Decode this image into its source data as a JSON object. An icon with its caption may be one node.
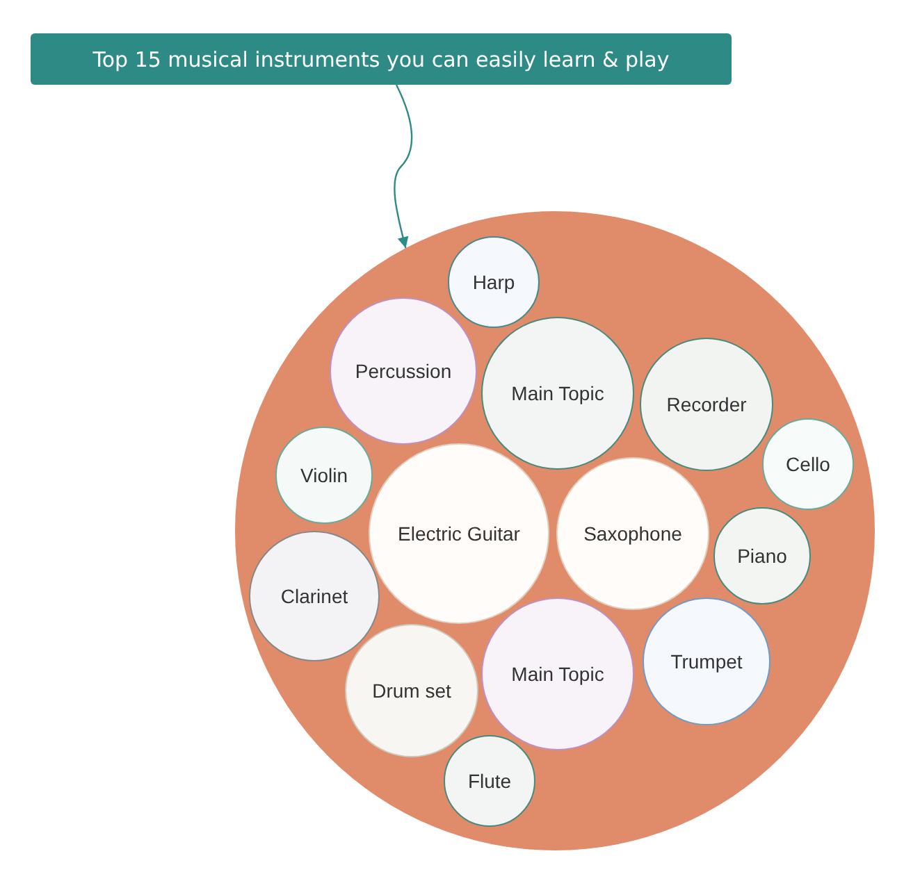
{
  "diagram": {
    "nodes": [
      {
        "text": [
          "Top 15 musical instruments you can easily learn & play"
        ]
      },
      {
        "text": [],
        "shape": "circle"
      },
      {
        "text": [
          "Harp"
        ],
        "in": 1
      },
      {
        "text": [
          "Percussion"
        ],
        "in": 1
      },
      {
        "text": [
          "Main Topic"
        ],
        "in": 1
      },
      {
        "text": [
          "Recorder"
        ],
        "in": 1
      },
      {
        "text": [
          "Cello"
        ],
        "in": 1
      },
      {
        "text": [
          "Violin"
        ],
        "in": 1
      },
      {
        "text": [
          "Electric Guitar"
        ],
        "in": 1
      },
      {
        "text": [
          "Saxophone"
        ],
        "in": 1
      },
      {
        "text": [
          "Piano"
        ],
        "in": 1
      },
      {
        "text": [
          "Clarinet"
        ],
        "in": 1
      },
      {
        "text": [
          "Trumpet"
        ],
        "in": 1
      },
      {
        "text": [
          "Drum set"
        ],
        "in": 1
      },
      {
        "text": [
          "Main Topic"
        ],
        "in": 1
      },
      {
        "text": [
          "Flute"
        ],
        "in": 1
      }
    ],
    "edges": [
      {
        "from": 0,
        "to": 1,
        "arrow": "to"
      }
    ]
  }
}
